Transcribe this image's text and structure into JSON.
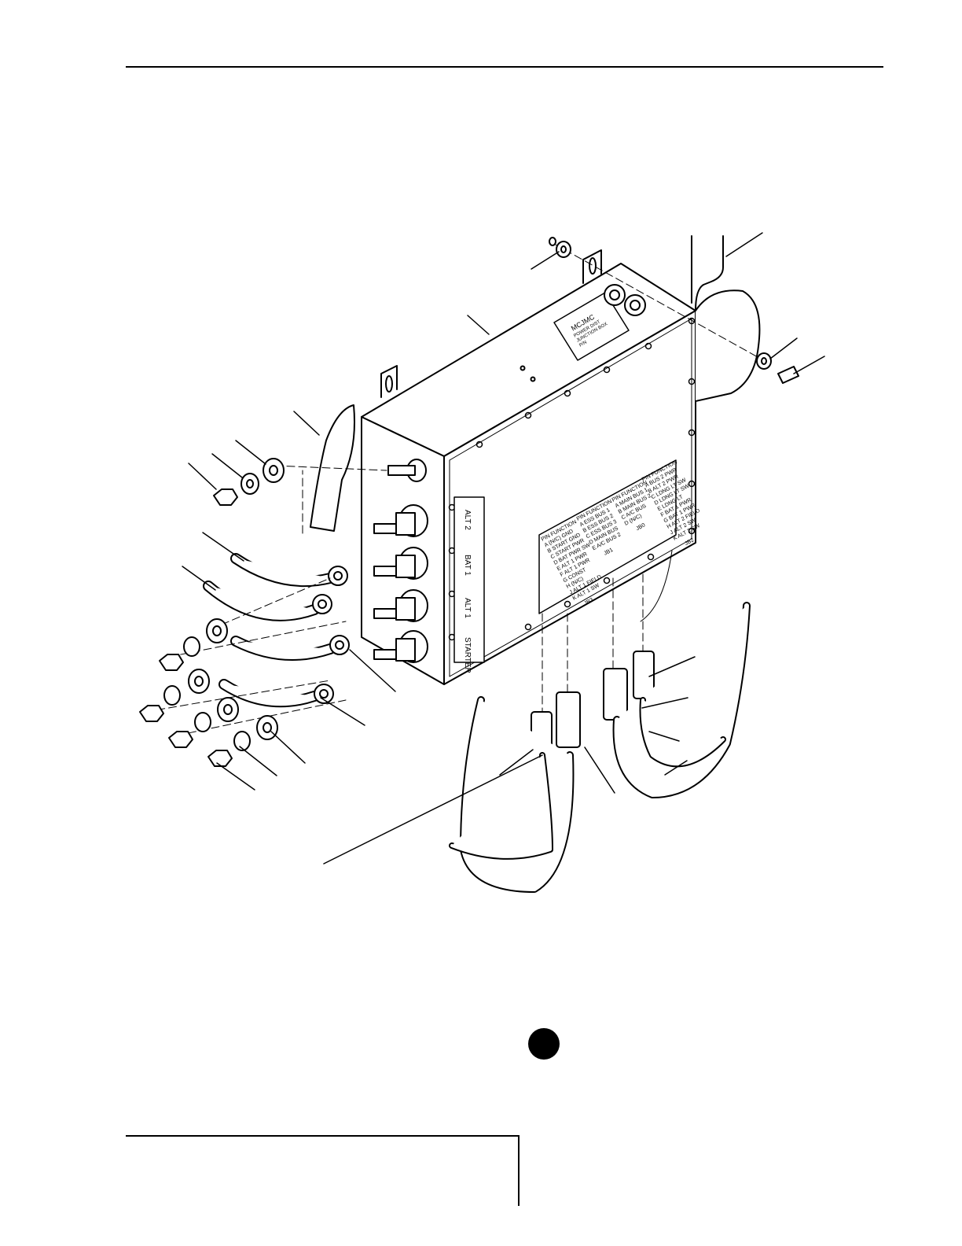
{
  "panel": {
    "terminals": [
      "ALT 2",
      "BAT 1",
      "ALT 1",
      "STARTER"
    ]
  },
  "pin_tables": {
    "jb3": {
      "header": "PIN   FUNCTION",
      "rows": [
        "A  (N/C)  GND",
        "B  START GND",
        "C  START PWR",
        "D  BAT PWR SW",
        "E  ALT 1 PWR",
        "F  ALT 1 PWR",
        "G  CONST",
        "H  (N/C)",
        "J  ALT 1 FIELD",
        "K  ALT 1 SW"
      ]
    },
    "jb1": {
      "header": "PIN   FUNCTION",
      "rows": [
        "A  ESS BUS 1",
        "B  ESS BUS 2",
        "C  ESS BUS 3",
        "D  MAIN BUS",
        "E  A/C BUS 2"
      ]
    },
    "jb0": {
      "header": "PIN   FUNCTION",
      "rows": [
        "A  MAIN BUS 1",
        "B  MAIN BUS 2",
        "C  A/C BUS",
        "D  (N/C)"
      ]
    },
    "jb2": {
      "header": "PIN   FUNCTION",
      "rows": [
        "A  BUS 2 PWR",
        "B  ALT 2 PWR",
        "C  LDNG LT SW",
        "D  LDNG LT SW",
        "E  LDNG LT",
        "F  BAT 1 PWR",
        "G  BAT 1 PWR",
        "H  ALT 2 FIELD",
        "J  ALT 2 SW",
        "K  ALT 2 SW"
      ]
    }
  },
  "connector_labels": [
    "JB3",
    "JB1",
    "JB0",
    "JB2"
  ],
  "nameplate": {
    "brand": "MCJMC",
    "lines": [
      "POWER DIST",
      "JUNCTION BOX",
      "P/N"
    ]
  }
}
